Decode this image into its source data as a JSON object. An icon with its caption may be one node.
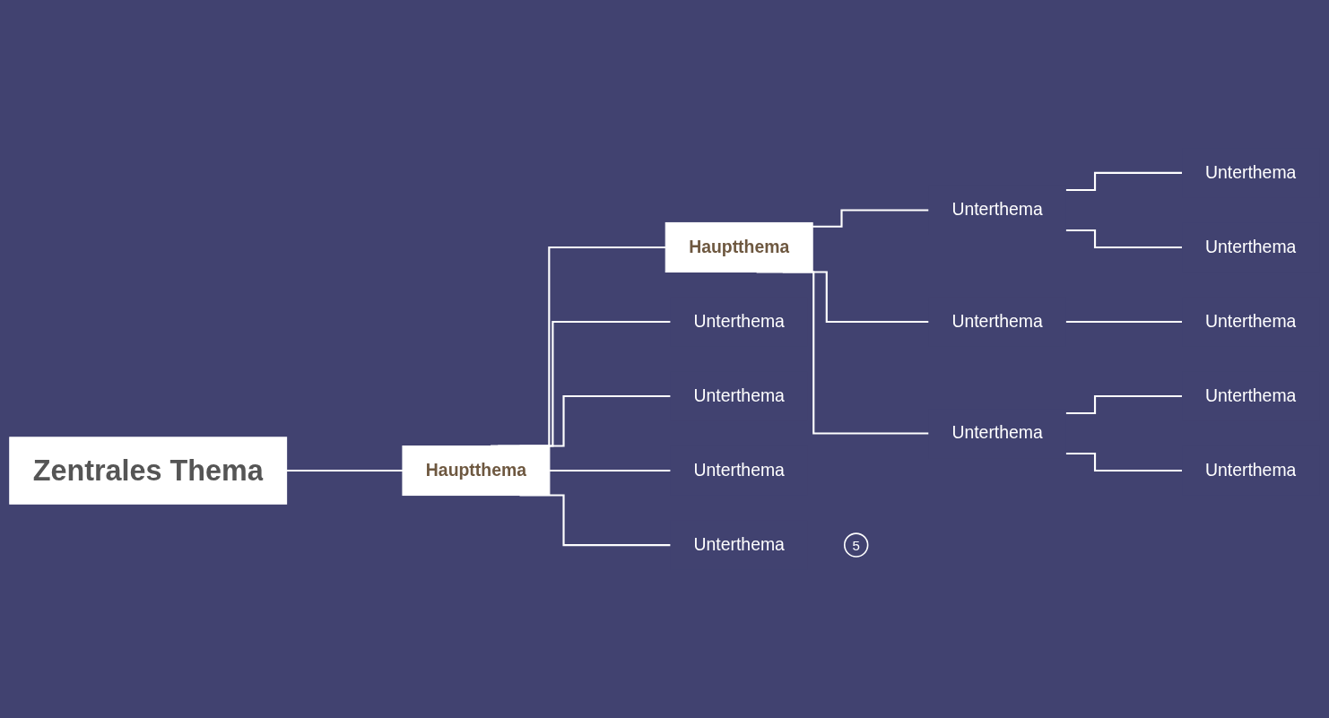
{
  "diagram": {
    "nodes": [
      {
        "text": [
          "Zentrales Thema"
        ]
      },
      {
        "text": [
          "Hauptthema"
        ]
      },
      {
        "text": [
          "Unterthema"
        ]
      },
      {
        "text": [
          "Unterthema"
        ]
      },
      {
        "text": [
          "Unterthema"
        ]
      },
      {
        "text": [
          "Unterthema"
        ],
        "beside": [
          "5"
        ]
      },
      {
        "text": [
          "Hauptthema"
        ]
      },
      {
        "text": [
          "Unterthema"
        ]
      },
      {
        "text": [
          "Unterthema"
        ]
      },
      {
        "text": [
          "Unterthema"
        ]
      },
      {
        "text": [
          "Unterthema"
        ]
      },
      {
        "text": [
          "Unterthema"
        ]
      },
      {
        "text": [
          "Unterthema"
        ]
      },
      {
        "text": [
          "Unterthema"
        ]
      },
      {
        "text": [
          "Unterthema"
        ]
      }
    ],
    "edges": [
      {
        "from": 0,
        "to": 1,
        "arrow": "none"
      },
      {
        "from": 1,
        "to": 2,
        "arrow": "none"
      },
      {
        "from": 1,
        "to": 3,
        "arrow": "none"
      },
      {
        "from": 1,
        "to": 4,
        "arrow": "none"
      },
      {
        "from": 1,
        "to": 5,
        "arrow": "none"
      },
      {
        "from": 1,
        "to": 6,
        "arrow": "none"
      },
      {
        "from": 6,
        "to": 7,
        "arrow": "none"
      },
      {
        "from": 7,
        "to": 8,
        "arrow": "none"
      },
      {
        "from": 7,
        "to": 9,
        "arrow": "none"
      },
      {
        "from": 6,
        "to": 10,
        "arrow": "none"
      },
      {
        "from": 10,
        "to": 11,
        "arrow": "none"
      },
      {
        "from": 6,
        "to": 12,
        "arrow": "none"
      },
      {
        "from": 12,
        "to": 13,
        "arrow": "none"
      },
      {
        "from": 12,
        "to": 14,
        "arrow": "none"
      }
    ]
  }
}
